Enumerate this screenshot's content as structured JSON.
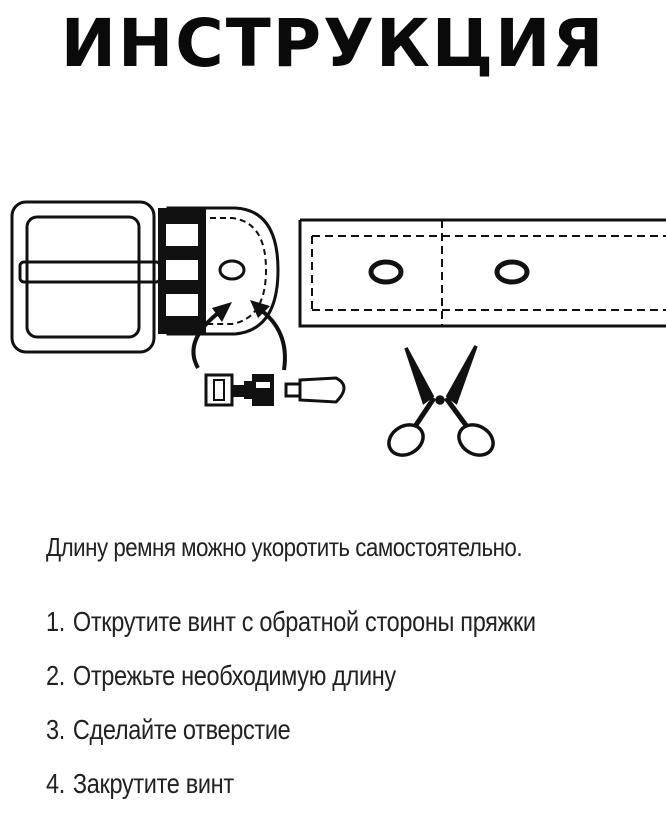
{
  "title": "ИНСТРУКЦИЯ",
  "illustration": {
    "icons": [
      "belt-buckle-icon",
      "screw-icon",
      "screwdriver-icon",
      "scissors-icon",
      "belt-strap-icon"
    ]
  },
  "intro": "Длину ремня можно укоротить самостоятельно.",
  "steps": [
    {
      "num": "1.",
      "text": "Открутите винт с обратной стороны пряжки"
    },
    {
      "num": "2.",
      "text": "Отрежьте необходимую длину"
    },
    {
      "num": "3.",
      "text": "Сделайте отверстие"
    },
    {
      "num": "4.",
      "text": "Закрутите винт"
    }
  ]
}
